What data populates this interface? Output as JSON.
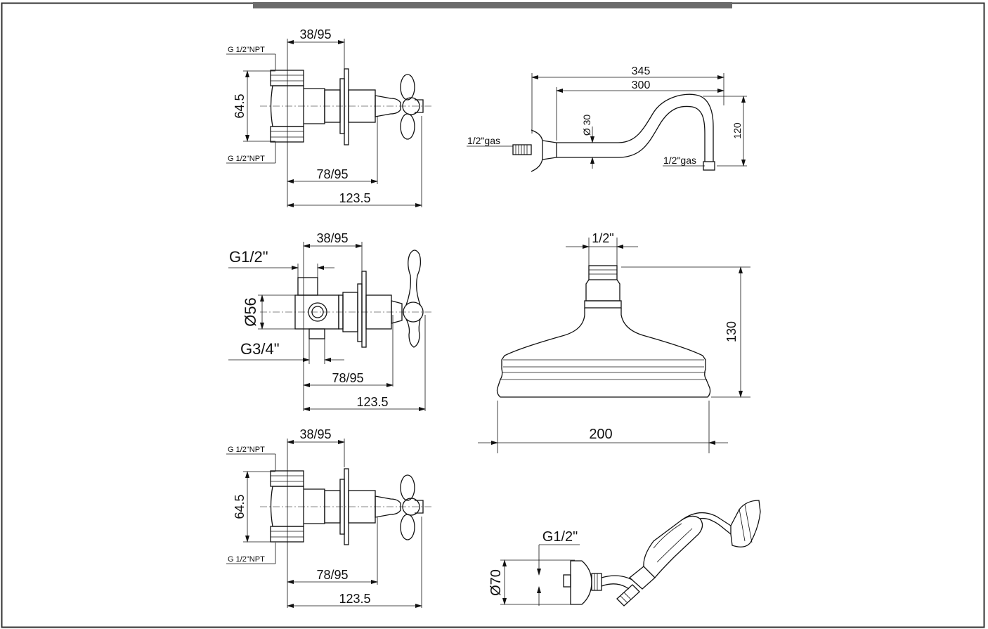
{
  "theme": {
    "line_color": "#111111",
    "border_color": "#333333",
    "top_bar_color": "#6b6b6b"
  },
  "valve_top": {
    "thread_top": "G 1/2\"NPT",
    "thread_bottom": "G 1/2\"NPT",
    "dim_depth_top": "38/95",
    "dim_height": "64.5",
    "dim_depth_bottom": "78/95",
    "dim_total": "123.5"
  },
  "diverter_mid": {
    "thread_in": "G1/2\"",
    "thread_out": "G3/4\"",
    "dim_depth_top": "38/95",
    "dim_diameter": "Ø56",
    "dim_depth_bottom": "78/95",
    "dim_total": "123.5"
  },
  "valve_bottom": {
    "thread_top": "G 1/2\"NPT",
    "thread_bottom": "G 1/2\"NPT",
    "dim_depth_top": "38/95",
    "dim_height": "64.5",
    "dim_depth_bottom": "78/95",
    "dim_total": "123.5"
  },
  "shower_arm": {
    "dim_total_length": "345",
    "dim_length": "300",
    "dim_diameter": "Ø 30",
    "dim_height": "120",
    "thread_wall": "1/2\"gas",
    "thread_outlet": "1/2\"gas"
  },
  "shower_head": {
    "dim_thread": "1/2\"",
    "dim_height": "130",
    "dim_width": "200"
  },
  "hand_shower": {
    "thread": "G1/2\"",
    "dim_diameter": "Ø70"
  }
}
